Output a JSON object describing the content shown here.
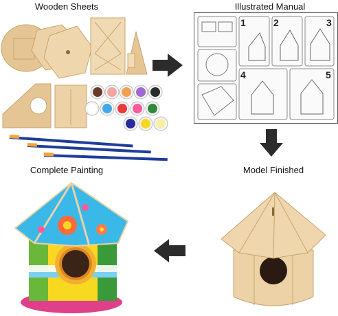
{
  "panels": {
    "wooden_sheets": {
      "title": "Wooden Sheets"
    },
    "illustrated_manual": {
      "title": "Illustrated Manual",
      "step_numbers": [
        "1",
        "2",
        "3",
        "4",
        "5"
      ]
    },
    "model_finished": {
      "title": "Model Finished"
    },
    "complete_painting": {
      "title": "Complete Painting"
    }
  },
  "colors": {
    "wood": "#e8c99a",
    "wood_dark": "#c9a46e",
    "arrow": "#2b2b2b",
    "paints": [
      "#6b3a2a",
      "#f2a7a0",
      "#f2a050",
      "#a06ad0",
      "#2a2a2a",
      "#ffffff",
      "#44a8e8",
      "#e83a3a",
      "#ff5a9a",
      "#2f8a3a",
      "#2a2aa0",
      "#f8d820",
      "#f8f0a0"
    ],
    "roof_blue": "#3ab8e8",
    "base_pink": "#e0408a"
  },
  "icons": [
    "arrow-right-icon",
    "arrow-down-icon",
    "arrow-left-icon"
  ]
}
